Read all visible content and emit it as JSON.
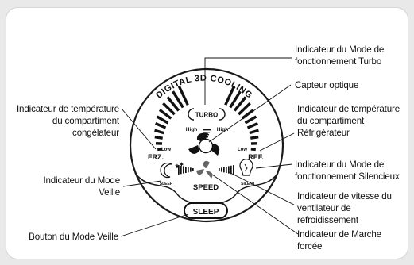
{
  "panel": {
    "title": "DIGITAL 3D COOLING",
    "turbo_label": "TURBO",
    "high_left": "High",
    "high_right": "High",
    "low_left": "Low",
    "low_right": "Low",
    "frz_label": "FRZ.",
    "ref_label": "REF.",
    "sleep_icon_label": "SLEEP",
    "silent_icon_label": "SILENT",
    "speed_label": "SPEED",
    "sleep_button_label": "SLEEP"
  },
  "callouts": {
    "turbo": "Indicateur du Mode de\nfonctionnement Turbo",
    "optical_sensor": "Capteur optique",
    "freezer_temp": "Indicateur de température\ndu compartiment\ncongélateur",
    "fridge_temp": "Indicateur de température\ndu compartiment\nRéfrigérateur",
    "silent": "Indicateur du Mode de\nfonctionnement Silencieux",
    "sleep_indicator": "Indicateur du Mode\nVeille",
    "fan_speed": "Indicateur de vitesse du\nventilateur de\nrefroidissement",
    "forced_run": "Indicateur de Marche\nforcée",
    "sleep_button": "Bouton du Mode Veille"
  }
}
